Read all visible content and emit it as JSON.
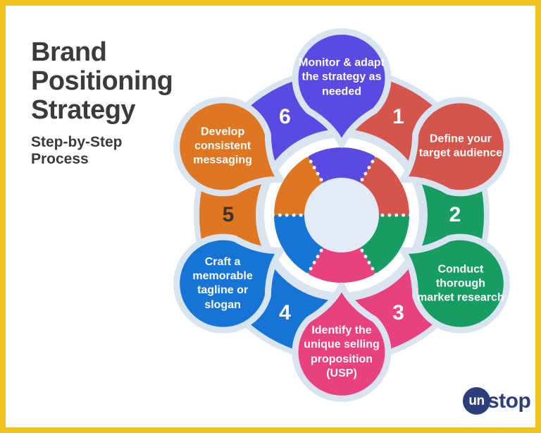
{
  "title": "Brand Positioning Strategy",
  "subtitle": "Step-by-Step Process",
  "colors": {
    "frame_yellow": "#EFC31D",
    "page_background": "#FFFFFF",
    "halo_light_blue": "#D9E4F1",
    "hub_light_blue": "#E3EBF8",
    "inner_gap_white": "#FFFFFF",
    "title_text": "#3B3B3D",
    "logo_navy": "#2B3F7D"
  },
  "steps": [
    {
      "number": "1",
      "label": "Define your target audience",
      "color": "#D5544B",
      "number_color": "#FFFFFF"
    },
    {
      "number": "2",
      "label": "Conduct thorough market research",
      "color": "#179D63",
      "number_color": "#FFFFFF"
    },
    {
      "number": "3",
      "label": "Identify the unique selling proposition (USP)",
      "color": "#E9417F",
      "number_color": "#FFFFFF"
    },
    {
      "number": "4",
      "label": "Craft a memorable tagline or slogan",
      "color": "#1574D6",
      "number_color": "#FFFFFF"
    },
    {
      "number": "5",
      "label": "Develop consistent messaging",
      "color": "#DF7621",
      "number_color": "#3A332C"
    },
    {
      "number": "6",
      "label": "Monitor & adapt the strategy as needed",
      "color": "#5B4AE1",
      "number_color": "#FFFFFF"
    }
  ],
  "brand": {
    "logo_circle_text": "un",
    "logo_rest_text": "stop"
  }
}
